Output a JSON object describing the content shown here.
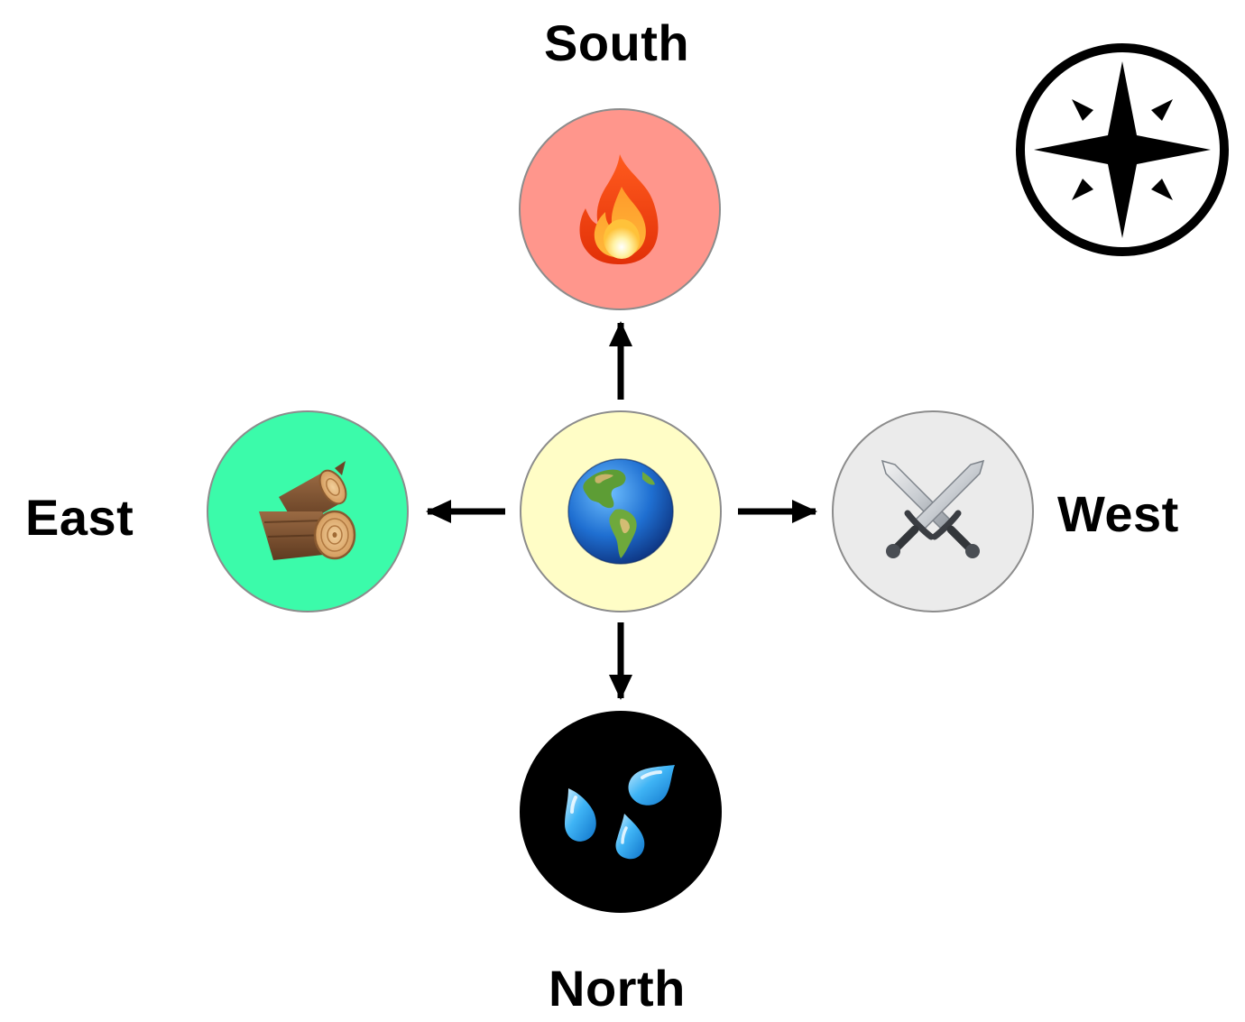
{
  "labels": {
    "south": "South",
    "north": "North",
    "east": "East",
    "west": "West"
  },
  "nodes": {
    "center": {
      "icon": "globe-americas-icon",
      "fill": "#FFFDC6"
    },
    "south": {
      "icon": "fire-icon",
      "fill": "#FF968C"
    },
    "north": {
      "icon": "water-droplets-icon",
      "fill": "#000000"
    },
    "east": {
      "icon": "wood-logs-icon",
      "fill": "#3BFBAA"
    },
    "west": {
      "icon": "crossed-swords-icon",
      "fill": "#EBEBEB"
    }
  },
  "edges": [
    {
      "from": "center",
      "to": "south"
    },
    {
      "from": "center",
      "to": "north"
    },
    {
      "from": "center",
      "to": "east"
    },
    {
      "from": "center",
      "to": "west"
    }
  ],
  "compass": {
    "icon": "compass-rose-icon"
  }
}
